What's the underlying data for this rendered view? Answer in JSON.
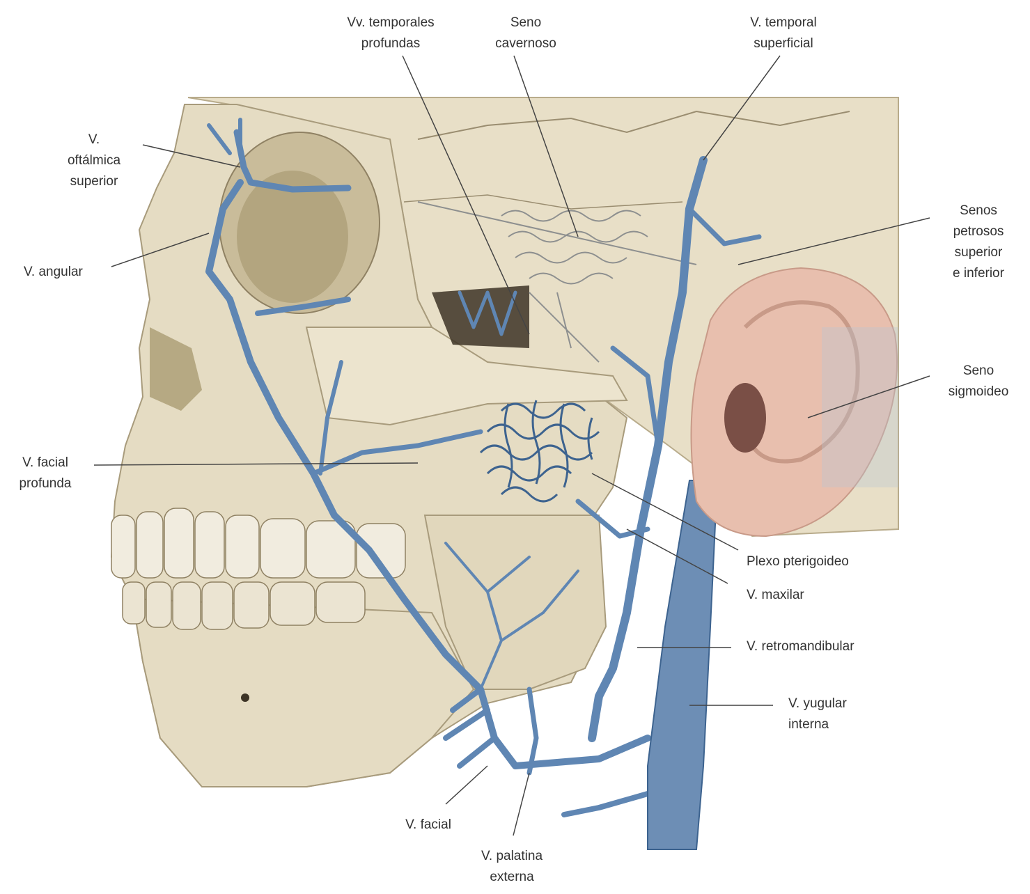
{
  "colors": {
    "background": "#ffffff",
    "bone": "#e5dcc3",
    "bone_shadow": "#b8ab8b",
    "vein": "#5f86b3",
    "vein_dark": "#3d638f",
    "ear": "#e8bfae",
    "label_text": "#333333",
    "leader_line": "#444444"
  },
  "labels": {
    "vv_temporales_profundas": [
      "Vv. temporales",
      "profundas"
    ],
    "seno_cavernoso": [
      "Seno",
      "cavernoso"
    ],
    "v_temporal_superficial": [
      "V. temporal",
      "superficial"
    ],
    "v_oftalmica_superior": [
      "V.",
      "oftálmica",
      "superior"
    ],
    "v_angular": [
      "V. angular"
    ],
    "senos_petrosos": [
      "Senos",
      "petrosos",
      "superior",
      "e inferior"
    ],
    "seno_sigmoideo": [
      "Seno",
      "sigmoideo"
    ],
    "v_facial_profunda": [
      "V. facial",
      "profunda"
    ],
    "plexo_pterigoideo": [
      "Plexo pterigoideo"
    ],
    "v_maxilar": [
      "V. maxilar"
    ],
    "v_retromandibular": [
      "V. retromandibular"
    ],
    "v_yugular_interna": [
      "V. yugular",
      "interna"
    ],
    "v_facial": [
      "V. facial"
    ],
    "v_palatina_externa": [
      "V. palatina",
      "externa"
    ]
  }
}
